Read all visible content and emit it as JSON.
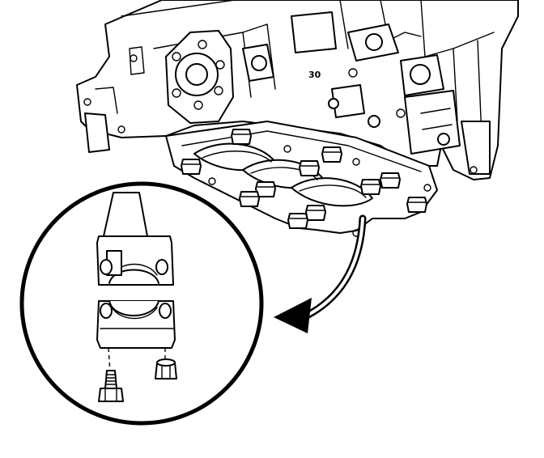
{
  "diagram": {
    "casting_mark": "30",
    "colors": {
      "ink": "#000000",
      "paper": "#ffffff"
    },
    "icons": [
      "engine-block-illustration",
      "detail-magnifier-circle",
      "connecting-rod-icon",
      "rod-bearing-cap-icon",
      "rod-bolt-icon",
      "rod-nut-icon",
      "callout-arrow-icon"
    ]
  }
}
